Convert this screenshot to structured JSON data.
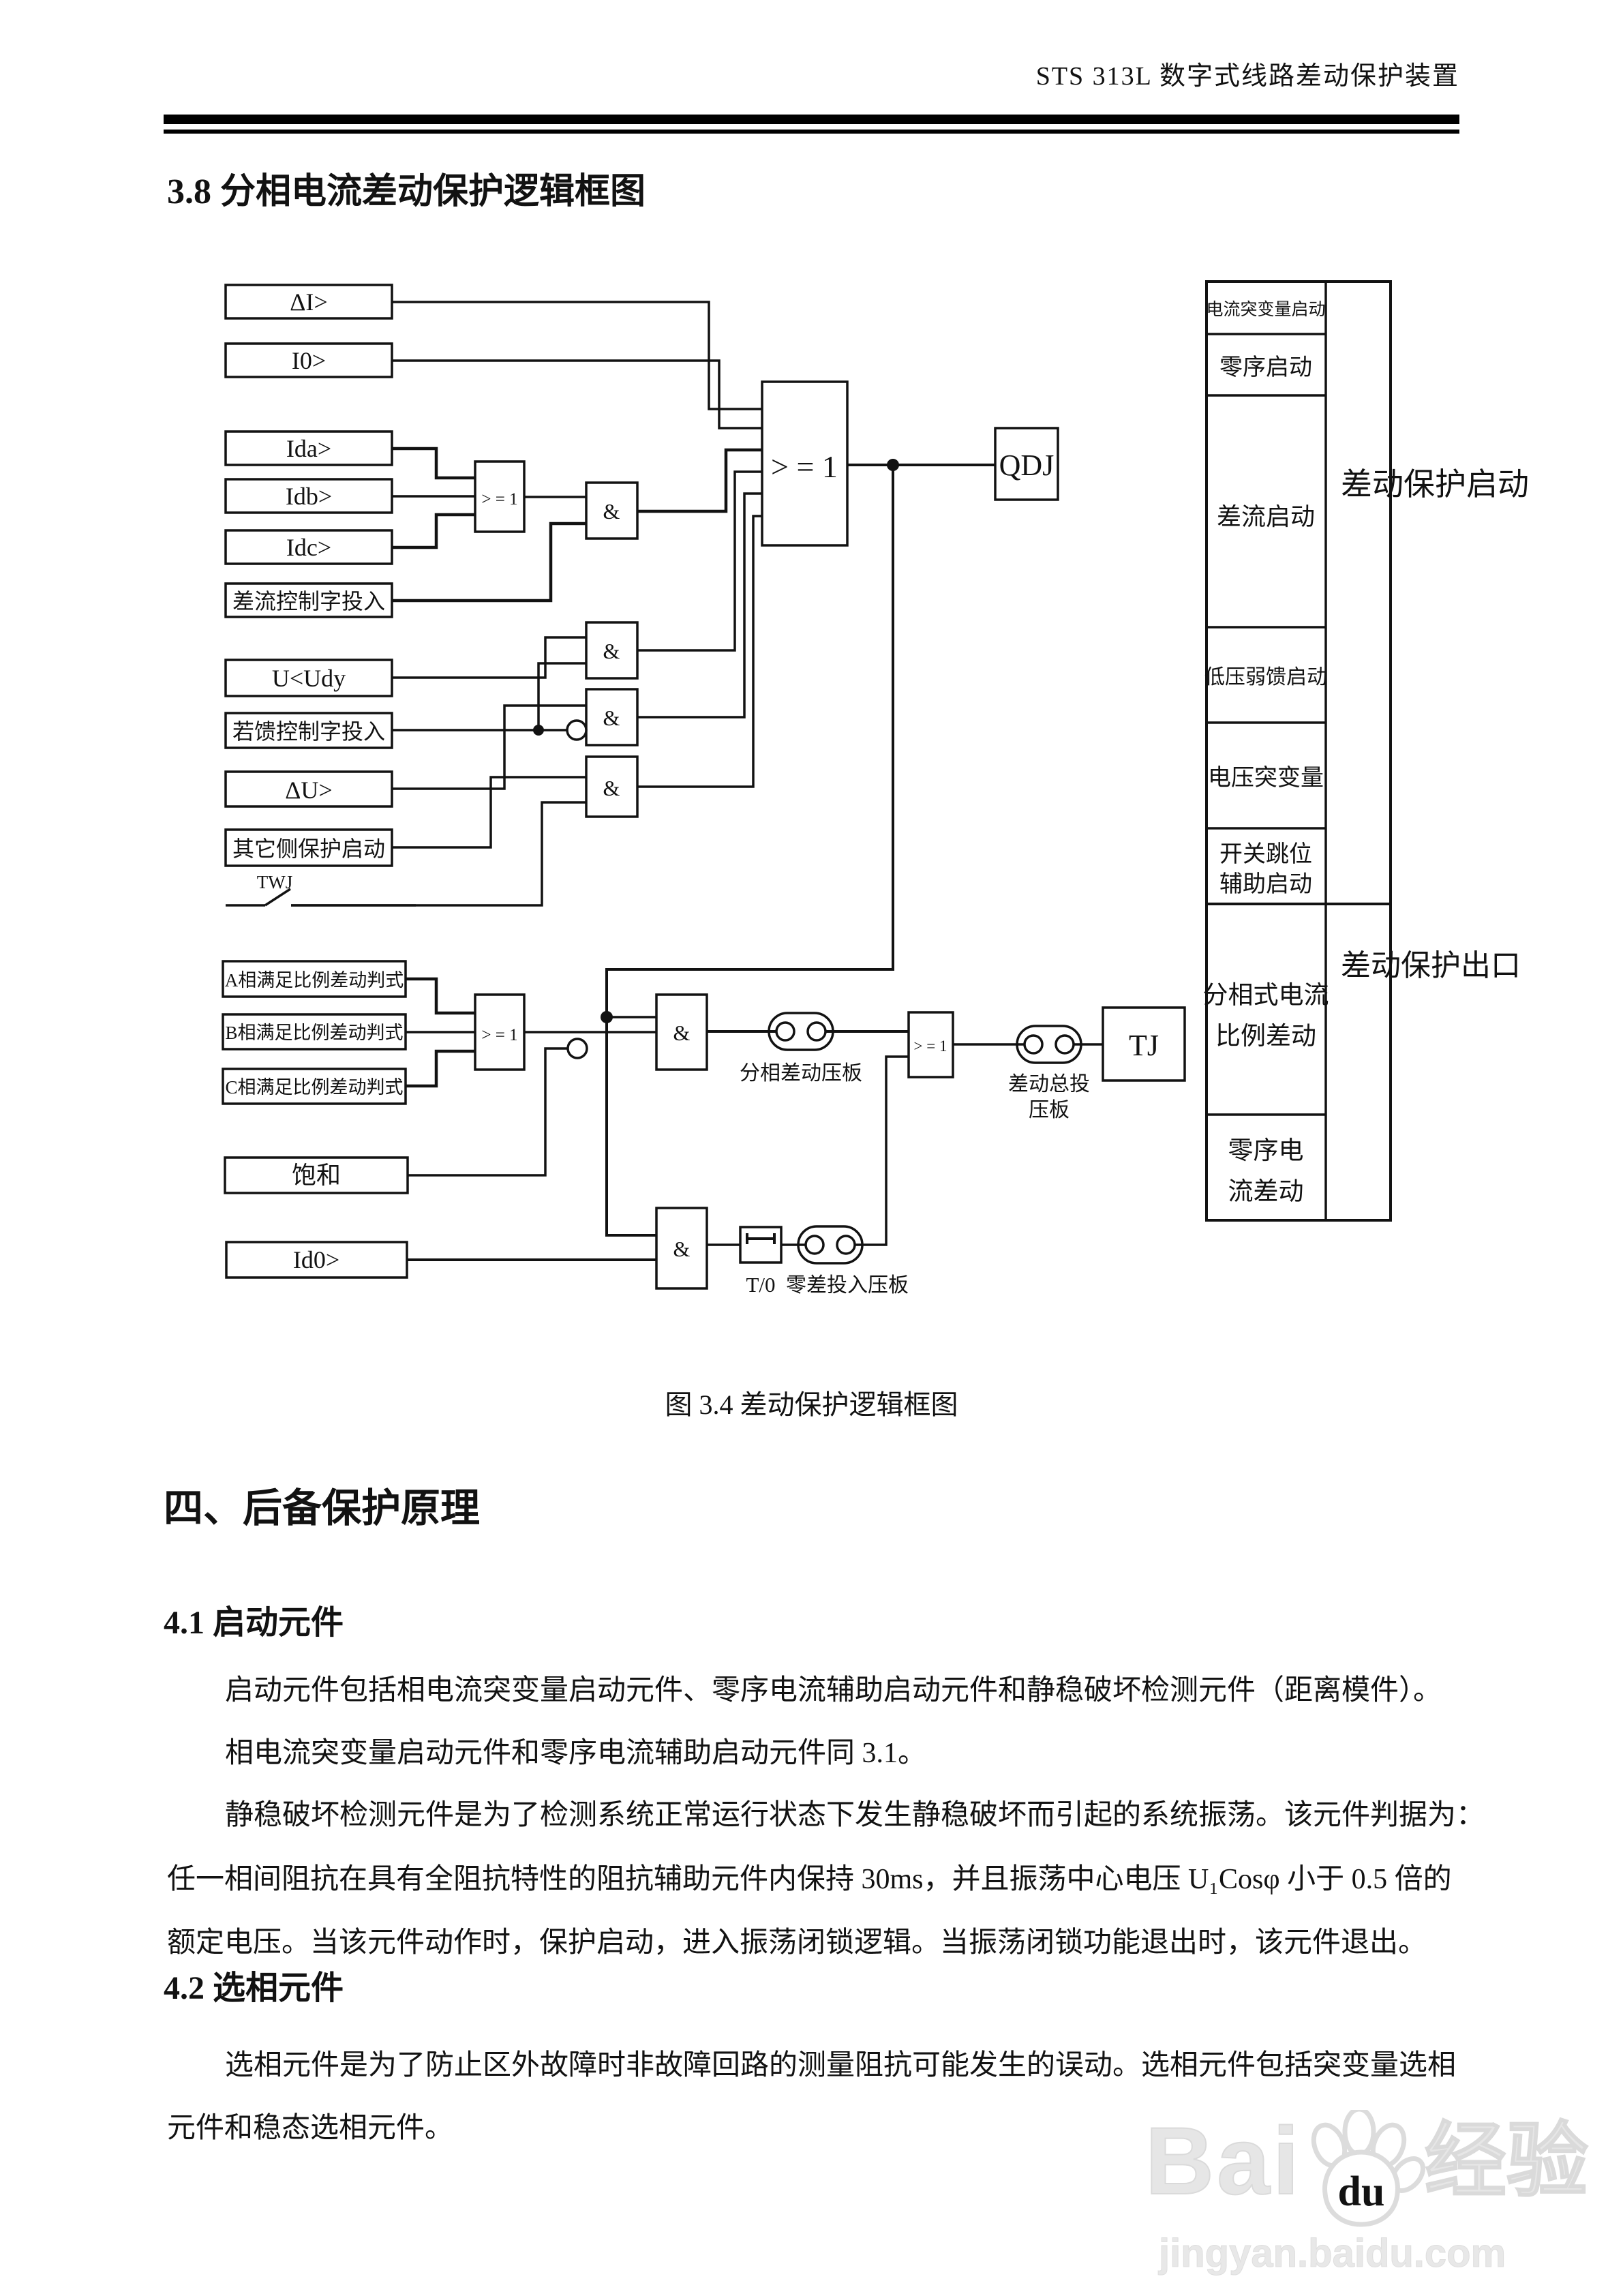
{
  "header": {
    "doc_title": "STS 313L 数字式线路差动保护装置"
  },
  "section38": {
    "title": "3.8 分相电流差动保护逻辑框图"
  },
  "diagram": {
    "inputs": {
      "d_i": "ΔI>",
      "i0": "I0>",
      "ida": "Ida>",
      "idb": "Idb>",
      "idc": "Idc>",
      "diff_ctrl": "差流控制字投入",
      "u_udy": "U<Udy",
      "weak_ctrl": "若馈控制字投入",
      "d_u": "ΔU>",
      "other_side": "其它侧保护启动",
      "twj": "TWJ",
      "phase_a": "A相满足比例差动判式",
      "phase_b": "B相满足比例差动判式",
      "phase_c": "C相满足比例差动判式",
      "saturation": "饱和",
      "id0": "Id0>"
    },
    "gates": {
      "or_label": "> = 1",
      "and_label": "&"
    },
    "outputs": {
      "qdj": "QDJ",
      "tj": "TJ"
    },
    "plates": {
      "phase_plate": "分相差动压板",
      "zero_plate": "零差投入压板",
      "total_plate": [
        "差动总投",
        "压板"
      ],
      "timer_label": "T/0"
    },
    "table": {
      "r1": "电流突变量启动",
      "r2": "零序启动",
      "r3": "差流启动",
      "r4": "低压弱馈启动",
      "r5": "电压突变量",
      "r6": [
        "开关跳位",
        "辅助启动"
      ],
      "r7": [
        "分相式电流",
        "比例差动"
      ],
      "r8": [
        "零序电",
        "流差动"
      ],
      "col_start": "差动保护启动",
      "col_exit": "差动保护出口"
    }
  },
  "caption": "图 3.4 差动保护逻辑框图",
  "section4": {
    "title": "四、后备保护原理",
    "s41_title": "4.1 启动元件",
    "p1": "启动元件包括相电流突变量启动元件、零序电流辅助启动元件和静稳破坏检测元件（距离模件）。",
    "p2": "相电流突变量启动元件和零序电流辅助启动元件同 3.1。",
    "p3": "静稳破坏检测元件是为了检测系统正常运行状态下发生静稳破坏而引起的系统振荡。该元件判据为：",
    "p4": "任一相间阻抗在具有全阻抗特性的阻抗辅助元件内保持 30ms，并且振荡中心电压 U₁Cosφ 小于 0.5 倍的",
    "p5": "额定电压。当该元件动作时，保护启动，进入振荡闭锁逻辑。当振荡闭锁功能退出时，该元件退出。",
    "s42_title": "4.2 选相元件",
    "p6": "选相元件是为了防止区外故障时非故障回路的测量阻抗可能发生的误动。选相元件包括突变量选相",
    "p7": "元件和稳态选相元件。"
  },
  "watermark": {
    "brand": "Bai",
    "brand2": "du",
    "suffix": "经验",
    "url": "jingyan.baidu.com"
  }
}
